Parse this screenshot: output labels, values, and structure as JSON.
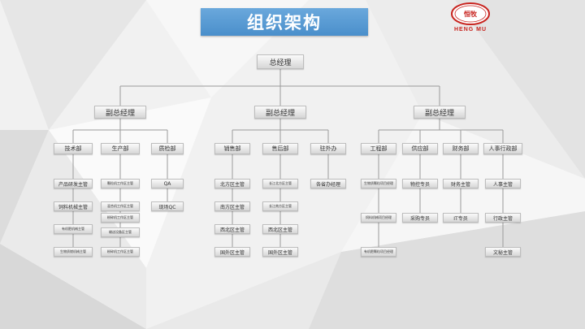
{
  "title": "组织架构",
  "logo": {
    "text_cn": "恒牧",
    "text_en": "HENG MU"
  },
  "root": "总经理",
  "vice": [
    "副总经理",
    "副总经理",
    "副总经理"
  ],
  "departments": {
    "tech": "技术部",
    "production": "生产部",
    "qc": "质检部",
    "sales": "销售部",
    "after_sales": "售后部",
    "branch": "驻外办",
    "engineering": "工程部",
    "supply": "供应部",
    "finance": "财务部",
    "hr": "人事行政部"
  },
  "staff": {
    "tech": [
      "产品研发主管",
      "饲料机械主管",
      "有机肥机械主管",
      "生物质燃机械主管"
    ],
    "production": [
      "颗粒机工作区主管",
      "混合机工作区主管",
      "粉碎机工作区主管",
      "输送设备区主管",
      "粉碎机工作区主管"
    ],
    "qc": [
      "QA",
      "现场QC"
    ],
    "sales": [
      "北方区主管",
      "南方区主管",
      "西北区主管",
      "国外区主管"
    ],
    "after_sales": [
      "长江北方区主管",
      "长江南方区主管",
      "西北区主管",
      "国外区主管"
    ],
    "branch": [
      "各省办经理"
    ],
    "engineering": [
      "生物质颗粒项目经理",
      "饲料机械项目经理",
      "有机肥颗粒项目经理"
    ],
    "supply": [
      "物控专员",
      "采购专员"
    ],
    "finance": [
      "财务主管",
      "IT专员"
    ],
    "hr": [
      "人事主管",
      "行政主管",
      "文秘主管"
    ]
  }
}
